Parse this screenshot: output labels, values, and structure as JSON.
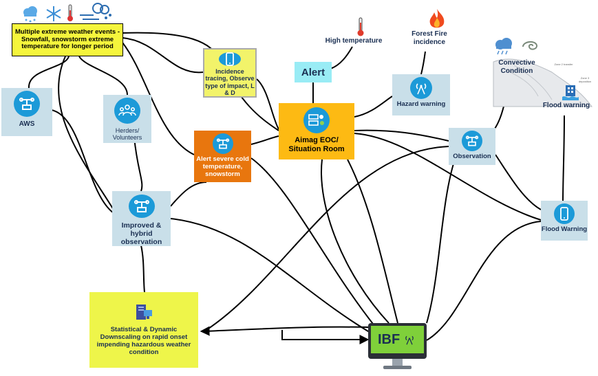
{
  "nodes": {
    "extreme_events": "Multiple extreme weather events - Snowfall, snowstorm extreme temperature for longer period",
    "aws": "AWS",
    "herders": "Herders/ Volunteers",
    "incidence": "Incidence tracing, Observe type of impact, L & D",
    "alert_cold": "Alert severe cold temperature, snowstorm",
    "alert": "Alert",
    "high_temp": "High temperature",
    "forest_fire": "Forest Fire incidence",
    "hazard_warning": "Hazard warning",
    "eoc": "Aimag EOC/ Situation Room",
    "convective": "Convective Condition",
    "flood_warning_top": "Flood warning",
    "observation": "Observation",
    "improved": "Improved & hybrid observation",
    "flood_warning": "Flood Warning",
    "statistical": "Statistical & Dynamic Downscaling on rapid onset impending hazardous weather condition",
    "ibf": "IBF",
    "zone2": "Zone 2 transfer",
    "zone3": "Zone 3 deposition"
  },
  "colors": {
    "light_blue": "#c9dfe9",
    "yellow": "#f5f53c",
    "orange": "#e8760e",
    "amber": "#fdba13",
    "cyan": "#99ecf5",
    "icon_blue": "#1c9ad8",
    "text_navy": "#1a2f52",
    "monitor_green": "#7fd03a"
  }
}
